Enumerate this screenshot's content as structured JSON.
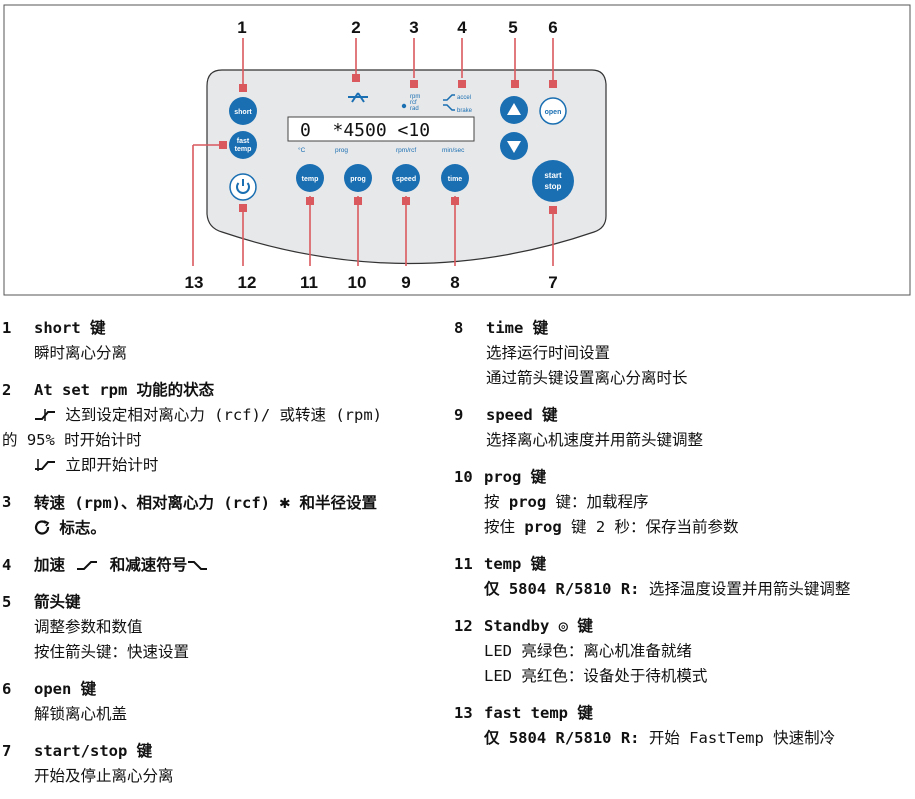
{
  "diagram": {
    "callouts": [
      "1",
      "2",
      "3",
      "4",
      "5",
      "6",
      "7",
      "8",
      "9",
      "10",
      "11",
      "12",
      "13"
    ],
    "display_text": "0  *4500 <10",
    "display_icons": {
      "radius_labels": [
        "rpm",
        "rcf",
        "rad"
      ],
      "accel_label": "accel",
      "brake_label": "brake"
    },
    "under_display_labels": [
      "°C",
      "prog",
      "rpm/rcf",
      "min/sec"
    ],
    "buttons": {
      "short": "short",
      "fast_temp_1": "fast",
      "fast_temp_2": "temp",
      "temp": "temp",
      "prog": "prog",
      "speed": "speed",
      "time": "time",
      "open": "open",
      "start_stop_1": "start",
      "start_stop_2": "stop"
    },
    "colors": {
      "button_blue": "#1a6fb2",
      "callout_red": "#d9595f",
      "panel_gray": "#e7e8ea"
    }
  },
  "legend_left": [
    {
      "num": "1",
      "title": "short 键",
      "lines": [
        "瞬时离心分离"
      ]
    },
    {
      "num": "2",
      "title": "At set rpm 功能的状态",
      "lines": [
        "达到设定相对离心力 (rcf)/ 或转速 (rpm)",
        "的 95% 时开始计时",
        "立即开始计时"
      ]
    },
    {
      "num": "3",
      "title_a": "转速 (rpm)、相对离心力 (rcf)",
      "title_b": "和半径设置",
      "title_c": "标志。"
    },
    {
      "num": "4",
      "title_a": "加速",
      "title_b": "和减速符号"
    },
    {
      "num": "5",
      "title": "箭头键",
      "lines": [
        "调整参数和数值",
        "按住箭头键：快速设置"
      ]
    },
    {
      "num": "6",
      "title": "open 键",
      "lines": [
        "解锁离心机盖"
      ]
    },
    {
      "num": "7",
      "title": "start/stop 键",
      "lines": [
        "开始及停止离心分离"
      ]
    }
  ],
  "legend_right": [
    {
      "num": "8",
      "title": "time 键",
      "lines": [
        "选择运行时间设置",
        "通过箭头键设置离心分离时长"
      ]
    },
    {
      "num": "9",
      "title": "speed 键",
      "lines": [
        "选择离心机速度并用箭头键调整"
      ]
    },
    {
      "num": "10",
      "title": "prog 键",
      "line1_a": "按",
      "line1_b": "prog",
      "line1_c": "键：加载程序",
      "line2_a": "按住",
      "line2_b": "prog",
      "line2_c": "键 2 秒：保存当前参数"
    },
    {
      "num": "11",
      "title": "temp 键",
      "line_a": "仅 5804 R/5810 R:",
      "line_b": "选择温度设置并用箭头键调整"
    },
    {
      "num": "12",
      "title": "Standby ◎ 键",
      "lines": [
        "LED 亮绿色：离心机准备就绪",
        "LED 亮红色：设备处于待机模式"
      ]
    },
    {
      "num": "13",
      "title": "fast temp 键",
      "line_a": "仅 5804 R/5810 R:",
      "line_b": "开始 FastTemp 快速制冷"
    }
  ]
}
